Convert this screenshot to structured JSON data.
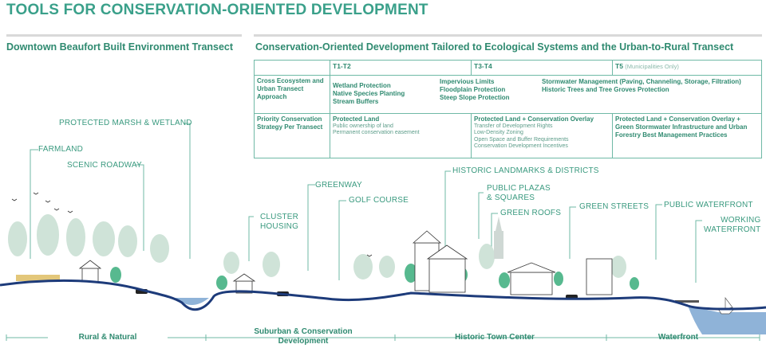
{
  "title": "TOOLS FOR CONSERVATION-ORIENTED DEVELOPMENT",
  "left_heading": "Downtown Beaufort Built Environment Transect",
  "right_heading": "Conservation-Oriented Development Tailored to Ecological Systems and the Urban-to-Rural Transect",
  "matrix": {
    "columns": [
      {
        "label": "T1-T2",
        "note": ""
      },
      {
        "label": "T3-T4",
        "note": ""
      },
      {
        "label": "T5",
        "note": "(Municipalities Only)"
      }
    ],
    "row1": {
      "header": "Cross Ecosystem and Urban Transect Approach",
      "col_a": [
        "Wetland Protection",
        "Native Species Planting",
        "Stream Buffers"
      ],
      "col_b": [
        "Impervious Limits",
        "Floodplain Protection",
        "Steep Slope Protection"
      ],
      "col_c": [
        "Stormwater Management (Paving, Channeling, Storage, Filtration)",
        "Historic Trees and Tree Groves Protection"
      ]
    },
    "row2": {
      "header": "Priority Conservation Strategy Per Transect",
      "t12_title": "Protected Land",
      "t12_items": [
        "Public ownership of land",
        "Permanent conservation easement"
      ],
      "t34_title": "Protected Land + Conservation Overlay",
      "t34_items": [
        "Transfer of Development Rights",
        "Low-Density Zoning",
        "Open Space and Buffer Requirements",
        "Conservation Development Incentives"
      ],
      "t5_title": "Protected Land + Conservation Overlay + Green Stormwater Infrastructure and Urban Forestry Best Management Practices"
    }
  },
  "labels": {
    "marsh": "PROTECTED MARSH & WETLAND",
    "farmland": "FARMLAND",
    "scenic": "SCENIC ROADWAY",
    "greenway": "GREENWAY",
    "golf": "GOLF COURSE",
    "cluster": "CLUSTER\nHOUSING",
    "historic": "HISTORIC LANDMARKS & DISTRICTS",
    "plazas": "PUBLIC PLAZAS\n& SQUARES",
    "roofs": "GREEN ROOFS",
    "streets": "GREEN STREETS",
    "pubwater": "PUBLIC WATERFRONT",
    "working": "WORKING\nWATERFRONT"
  },
  "zones": {
    "rural": "Rural & Natural",
    "suburban": "Suburban & Conservation\nDevelopment",
    "town": "Historic Town Center",
    "water": "Waterfront"
  },
  "colors": {
    "accent": "#2f8a70",
    "ground": "#1d3b7a",
    "water": "#8fb3d8",
    "tree": "#57b98f"
  }
}
